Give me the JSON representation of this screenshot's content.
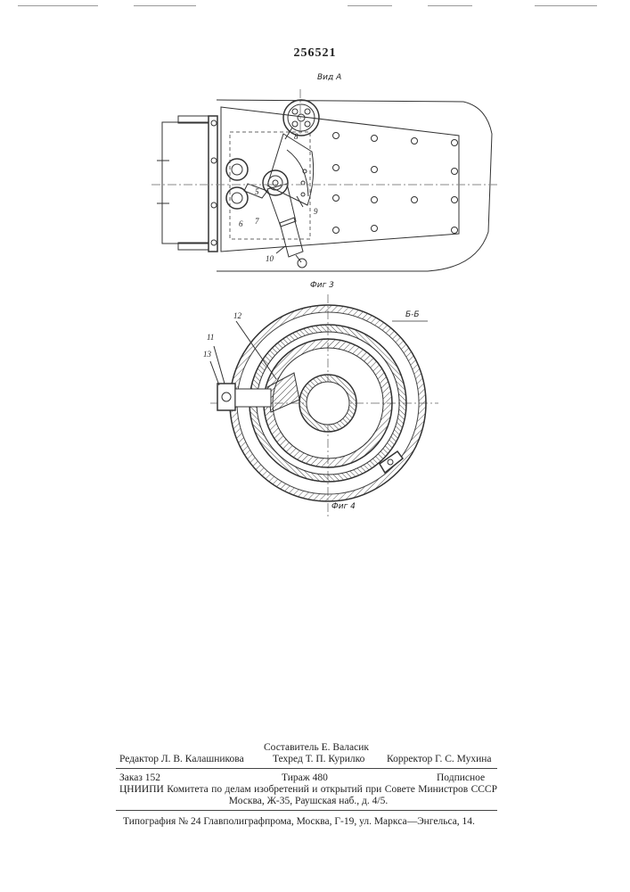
{
  "patent_number": "256521",
  "fig3": {
    "view_label": "Вид А",
    "caption": "Фиг 3",
    "callouts": [
      "5",
      "6",
      "7",
      "8",
      "9",
      "10"
    ]
  },
  "fig4": {
    "section_label": "Б-Б",
    "caption": "Фиг 4",
    "callouts": [
      "11",
      "12",
      "13"
    ]
  },
  "imprint": {
    "composer": "Составитель Е. Валасик",
    "editor": "Редактор Л. В. Калашникова",
    "tech_editor": "Техред Т. П. Курилко",
    "proofreader": "Корректор Г. С. Мухина",
    "order": "Заказ 152",
    "circulation": "Тираж 480",
    "subscription": "Подписное",
    "org_line": "ЦНИИПИ Комитета по делам изобретений и открытий при Совете Министров СССР",
    "address": "Москва, Ж-35, Раушская наб., д. 4/5.",
    "printing": "Типография № 24 Главполиграфпрома, Москва, Г-19, ул. Маркса—Энгельса, 14."
  }
}
